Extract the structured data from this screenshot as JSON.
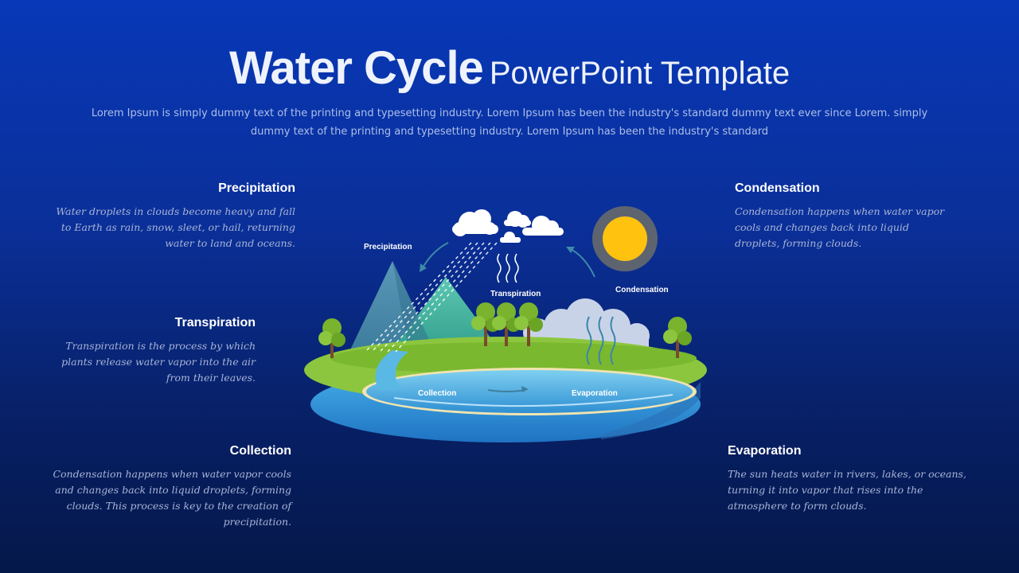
{
  "header": {
    "title_bold": "Water Cycle",
    "title_light": "PowerPoint Template",
    "subtitle": "Lorem Ipsum is simply dummy text of the printing and typesetting industry. Lorem Ipsum has been the industry's standard dummy text ever since Lorem. simply dummy text of the printing and typesetting industry. Lorem Ipsum has been the industry's standard"
  },
  "blocks": {
    "precipitation": {
      "title": "Precipitation",
      "text": "Water droplets in clouds become heavy and fall to Earth as rain, snow, sleet, or hail, returning water to land and oceans."
    },
    "transpiration": {
      "title": "Transpiration",
      "text": "Transpiration is the process by which plants release water vapor into the air from their leaves."
    },
    "collection": {
      "title": "Collection",
      "text": "Condensation happens when water vapor cools and changes back into liquid droplets, forming clouds. This process is key to the creation of precipitation."
    },
    "condensation": {
      "title": "Condensation",
      "text": "Condensation happens when water vapor cools and changes back into liquid droplets, forming clouds."
    },
    "evaporation": {
      "title": "Evaporation",
      "text": "The sun heats water in rivers, lakes, or oceans, turning it into vapor that rises into the atmosphere to form clouds."
    }
  },
  "diagram_labels": {
    "precipitation": "Precipitation",
    "transpiration": "Transpiration",
    "condensation": "Condensation",
    "collection": "Collection",
    "evaporation": "Evaporation"
  },
  "colors": {
    "background_top": "#0838b8",
    "background_bottom": "#05184a",
    "sun": "#ffc20e",
    "sun_ring": "#5d6470",
    "water": "#5ab8e4",
    "grass": "#8cc63f"
  },
  "icons": [
    "cloud-icon",
    "sun-icon",
    "mountain-icon",
    "tree-icon",
    "arrow-icon"
  ]
}
